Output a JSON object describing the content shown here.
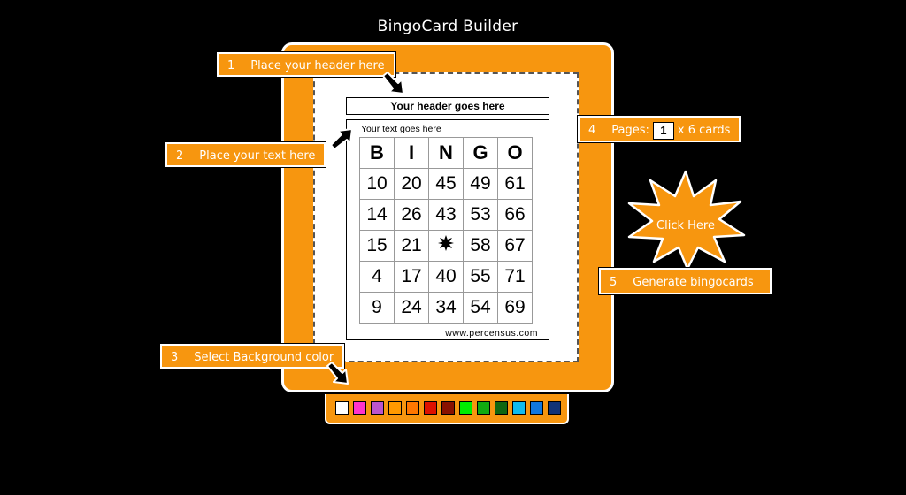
{
  "app": {
    "title": "BingoCard Builder"
  },
  "callouts": {
    "header": {
      "num": "1",
      "label": "Place your header here"
    },
    "text": {
      "num": "2",
      "label": "Place your text here"
    },
    "background": {
      "num": "3",
      "label": "Select Background color"
    },
    "pages": {
      "num": "4",
      "label": "Pages:",
      "value": "1",
      "suffix": "x 6 cards"
    },
    "generate": {
      "num": "5",
      "label": "Generate bingocards"
    }
  },
  "card": {
    "header_text": "Your header goes here",
    "body_text": "Your text goes here",
    "columns": [
      "B",
      "I",
      "N",
      "G",
      "O"
    ],
    "rows": [
      [
        "10",
        "20",
        "45",
        "49",
        "61"
      ],
      [
        "14",
        "26",
        "43",
        "53",
        "66"
      ],
      [
        "15",
        "21",
        "",
        "58",
        "67"
      ],
      [
        "4",
        "17",
        "40",
        "55",
        "71"
      ],
      [
        "9",
        "24",
        "34",
        "54",
        "69"
      ]
    ],
    "footer": "www.percensus.com"
  },
  "click_here": {
    "label": "Click Here"
  },
  "palette": {
    "colors": [
      "#ffffff",
      "#ff33cc",
      "#bb55cc",
      "#ff9900",
      "#ff7700",
      "#dd1100",
      "#881100",
      "#00ee00",
      "#11aa11",
      "#116611",
      "#11bbee",
      "#1177dd",
      "#113377"
    ]
  },
  "colors": {
    "accent": "#f7960f",
    "background": "#000000"
  }
}
